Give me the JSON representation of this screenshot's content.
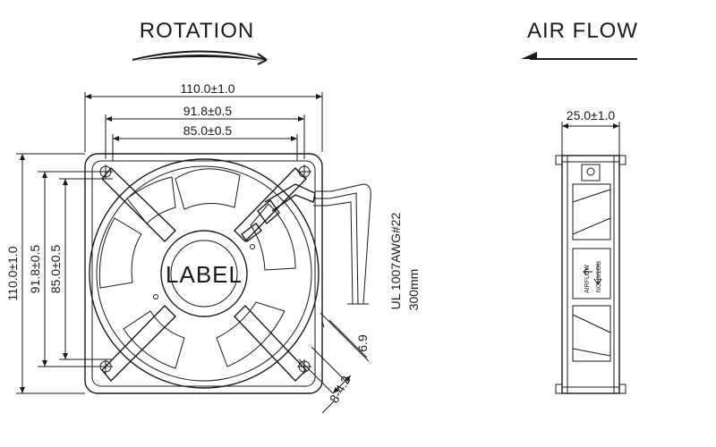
{
  "titles": {
    "rotation": "ROTATION",
    "airflow": "AIR FLOW"
  },
  "dimensions": {
    "top_overall": "110.0±1.0",
    "top_hole": "91.8±0.5",
    "top_inner": "85.0±0.5",
    "left_overall": "110.0±1.0",
    "left_hole": "91.8±0.5",
    "left_inner": "85.0±0.5",
    "side_depth": "25.0±1.0",
    "hole_diameter": "8-4.2",
    "corner_offset": "6.9"
  },
  "hub_label": "LABEL",
  "cable": {
    "spec": "UL 1007AWG#22",
    "length": "300mm"
  },
  "side_label": {
    "rotation": "ROTATION",
    "airflow": "AIRFLOW"
  },
  "colors": {
    "line": "#1a1a1a",
    "background": "#ffffff"
  }
}
